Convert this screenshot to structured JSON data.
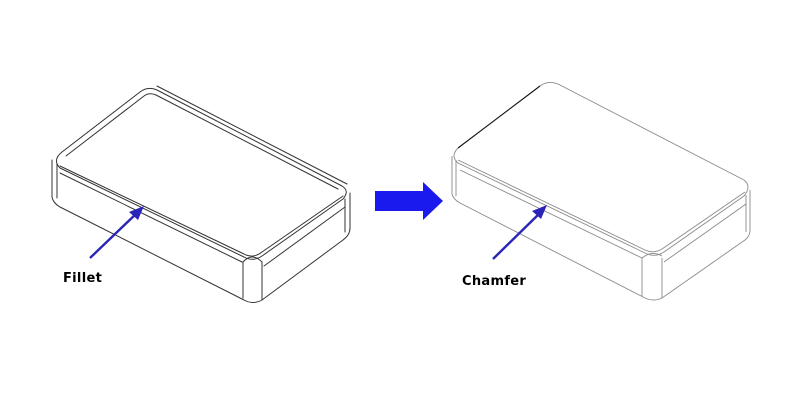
{
  "diagram": {
    "left_part": {
      "label": "Fillet",
      "edge_treatment": "rounded edges"
    },
    "right_part": {
      "label": "Chamfer",
      "edge_treatment": "beveled edges"
    },
    "transition_arrow": {
      "direction": "right",
      "color": "#1a1aee"
    },
    "pointer_arrow_color": "#2a25b8",
    "line_color": "#333333",
    "background": "#ffffff"
  }
}
